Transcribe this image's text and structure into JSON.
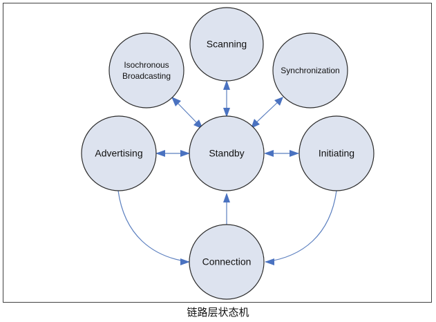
{
  "diagram": {
    "nodes": {
      "scanning": "Scanning",
      "isochronous_line1": "Isochronous",
      "isochronous_line2": "Broadcasting",
      "synchronization": "Synchronization",
      "advertising": "Advertising",
      "standby": "Standby",
      "initiating": "Initiating",
      "connection": "Connection"
    },
    "edges": [
      {
        "from": "Standby",
        "to": "Isochronous Broadcasting",
        "direction": "both"
      },
      {
        "from": "Standby",
        "to": "Scanning",
        "direction": "both"
      },
      {
        "from": "Standby",
        "to": "Synchronization",
        "direction": "both"
      },
      {
        "from": "Standby",
        "to": "Advertising",
        "direction": "both"
      },
      {
        "from": "Standby",
        "to": "Initiating",
        "direction": "both"
      },
      {
        "from": "Connection",
        "to": "Standby",
        "direction": "one-way"
      },
      {
        "from": "Advertising",
        "to": "Connection",
        "direction": "one-way"
      },
      {
        "from": "Initiating",
        "to": "Connection",
        "direction": "one-way"
      }
    ],
    "colors": {
      "node_fill": "#dde3ef",
      "node_stroke": "#2b2b2b",
      "edge": "#5b7fbf",
      "arrowhead": "#4a72c0"
    }
  },
  "caption": "链路层状态机"
}
